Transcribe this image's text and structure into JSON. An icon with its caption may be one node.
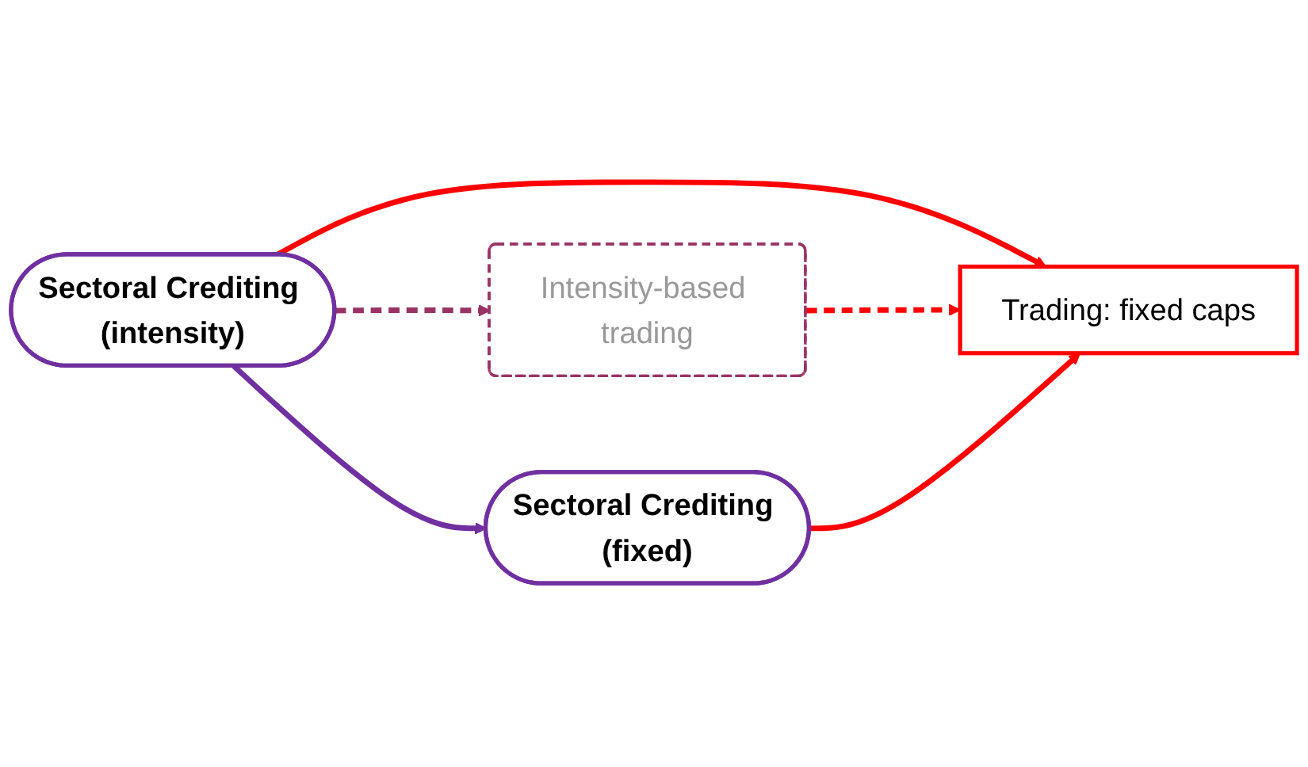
{
  "diagram": {
    "nodes": [
      {
        "text": [
          "Sectoral Crediting (intensity)"
        ]
      },
      {
        "text": [
          "Intensity-based trading"
        ]
      },
      {
        "text": [
          "Sectoral Crediting (fixed)"
        ]
      },
      {
        "text": [
          "Trading: fixed caps"
        ]
      }
    ],
    "edges": [
      {
        "from": 0,
        "to": 1,
        "arrow": "to",
        "style": "dashed",
        "color": "#993366"
      },
      {
        "from": 0,
        "to": 2,
        "arrow": "to",
        "color": "#7030a0"
      },
      {
        "from": 0,
        "to": 3,
        "arrow": "to"
      },
      {
        "from": 1,
        "to": 3,
        "arrow": "to",
        "style": "dashed"
      },
      {
        "from": 2,
        "to": 3,
        "arrow": "to"
      }
    ]
  }
}
